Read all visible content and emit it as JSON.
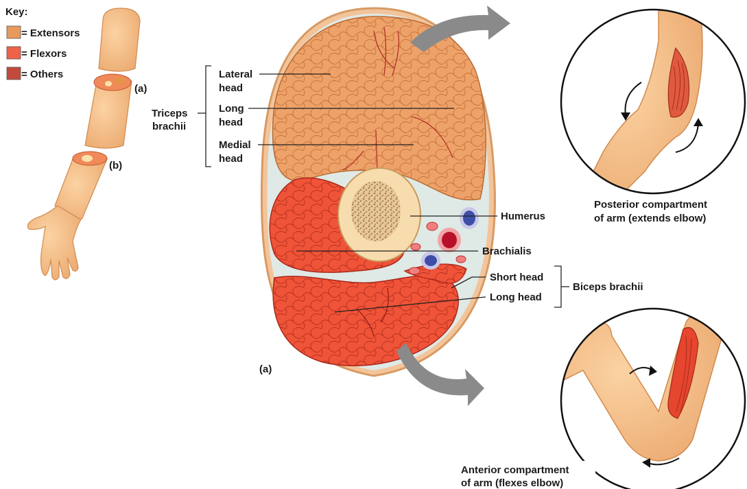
{
  "key": {
    "title": "Key:",
    "items": [
      {
        "label": "= Extensors",
        "color": "#e89a5c"
      },
      {
        "label": "= Flexors",
        "color": "#ee6248"
      },
      {
        "label": "= Others",
        "color": "#c24a3c"
      }
    ]
  },
  "arm_labels": {
    "a": "(a)",
    "b": "(b)"
  },
  "triceps": {
    "group_line1": "Triceps",
    "group_line2": "brachii",
    "lateral_1": "Lateral",
    "lateral_2": "head",
    "long_1": "Long",
    "long_2": "head",
    "medial_1": "Medial",
    "medial_2": "head"
  },
  "labels": {
    "humerus": "Humerus",
    "brachialis": "Brachialis",
    "short_head": "Short head",
    "long_head": "Long head",
    "biceps": "Biceps brachii",
    "figure_label": "(a)"
  },
  "posterior": {
    "line1": "Posterior compartment",
    "line2": "of arm (extends elbow)"
  },
  "anterior": {
    "line1": "Anterior compartment",
    "line2": "of arm (flexes elbow)"
  },
  "colors": {
    "extensor": "#e89a5c",
    "flexor": "#ee5238",
    "skin": "#f6c08a",
    "bone": "#f7dcae",
    "vein": "#3e4ea8",
    "artery": "#b8102a",
    "arrow": "#8a8a8a"
  }
}
